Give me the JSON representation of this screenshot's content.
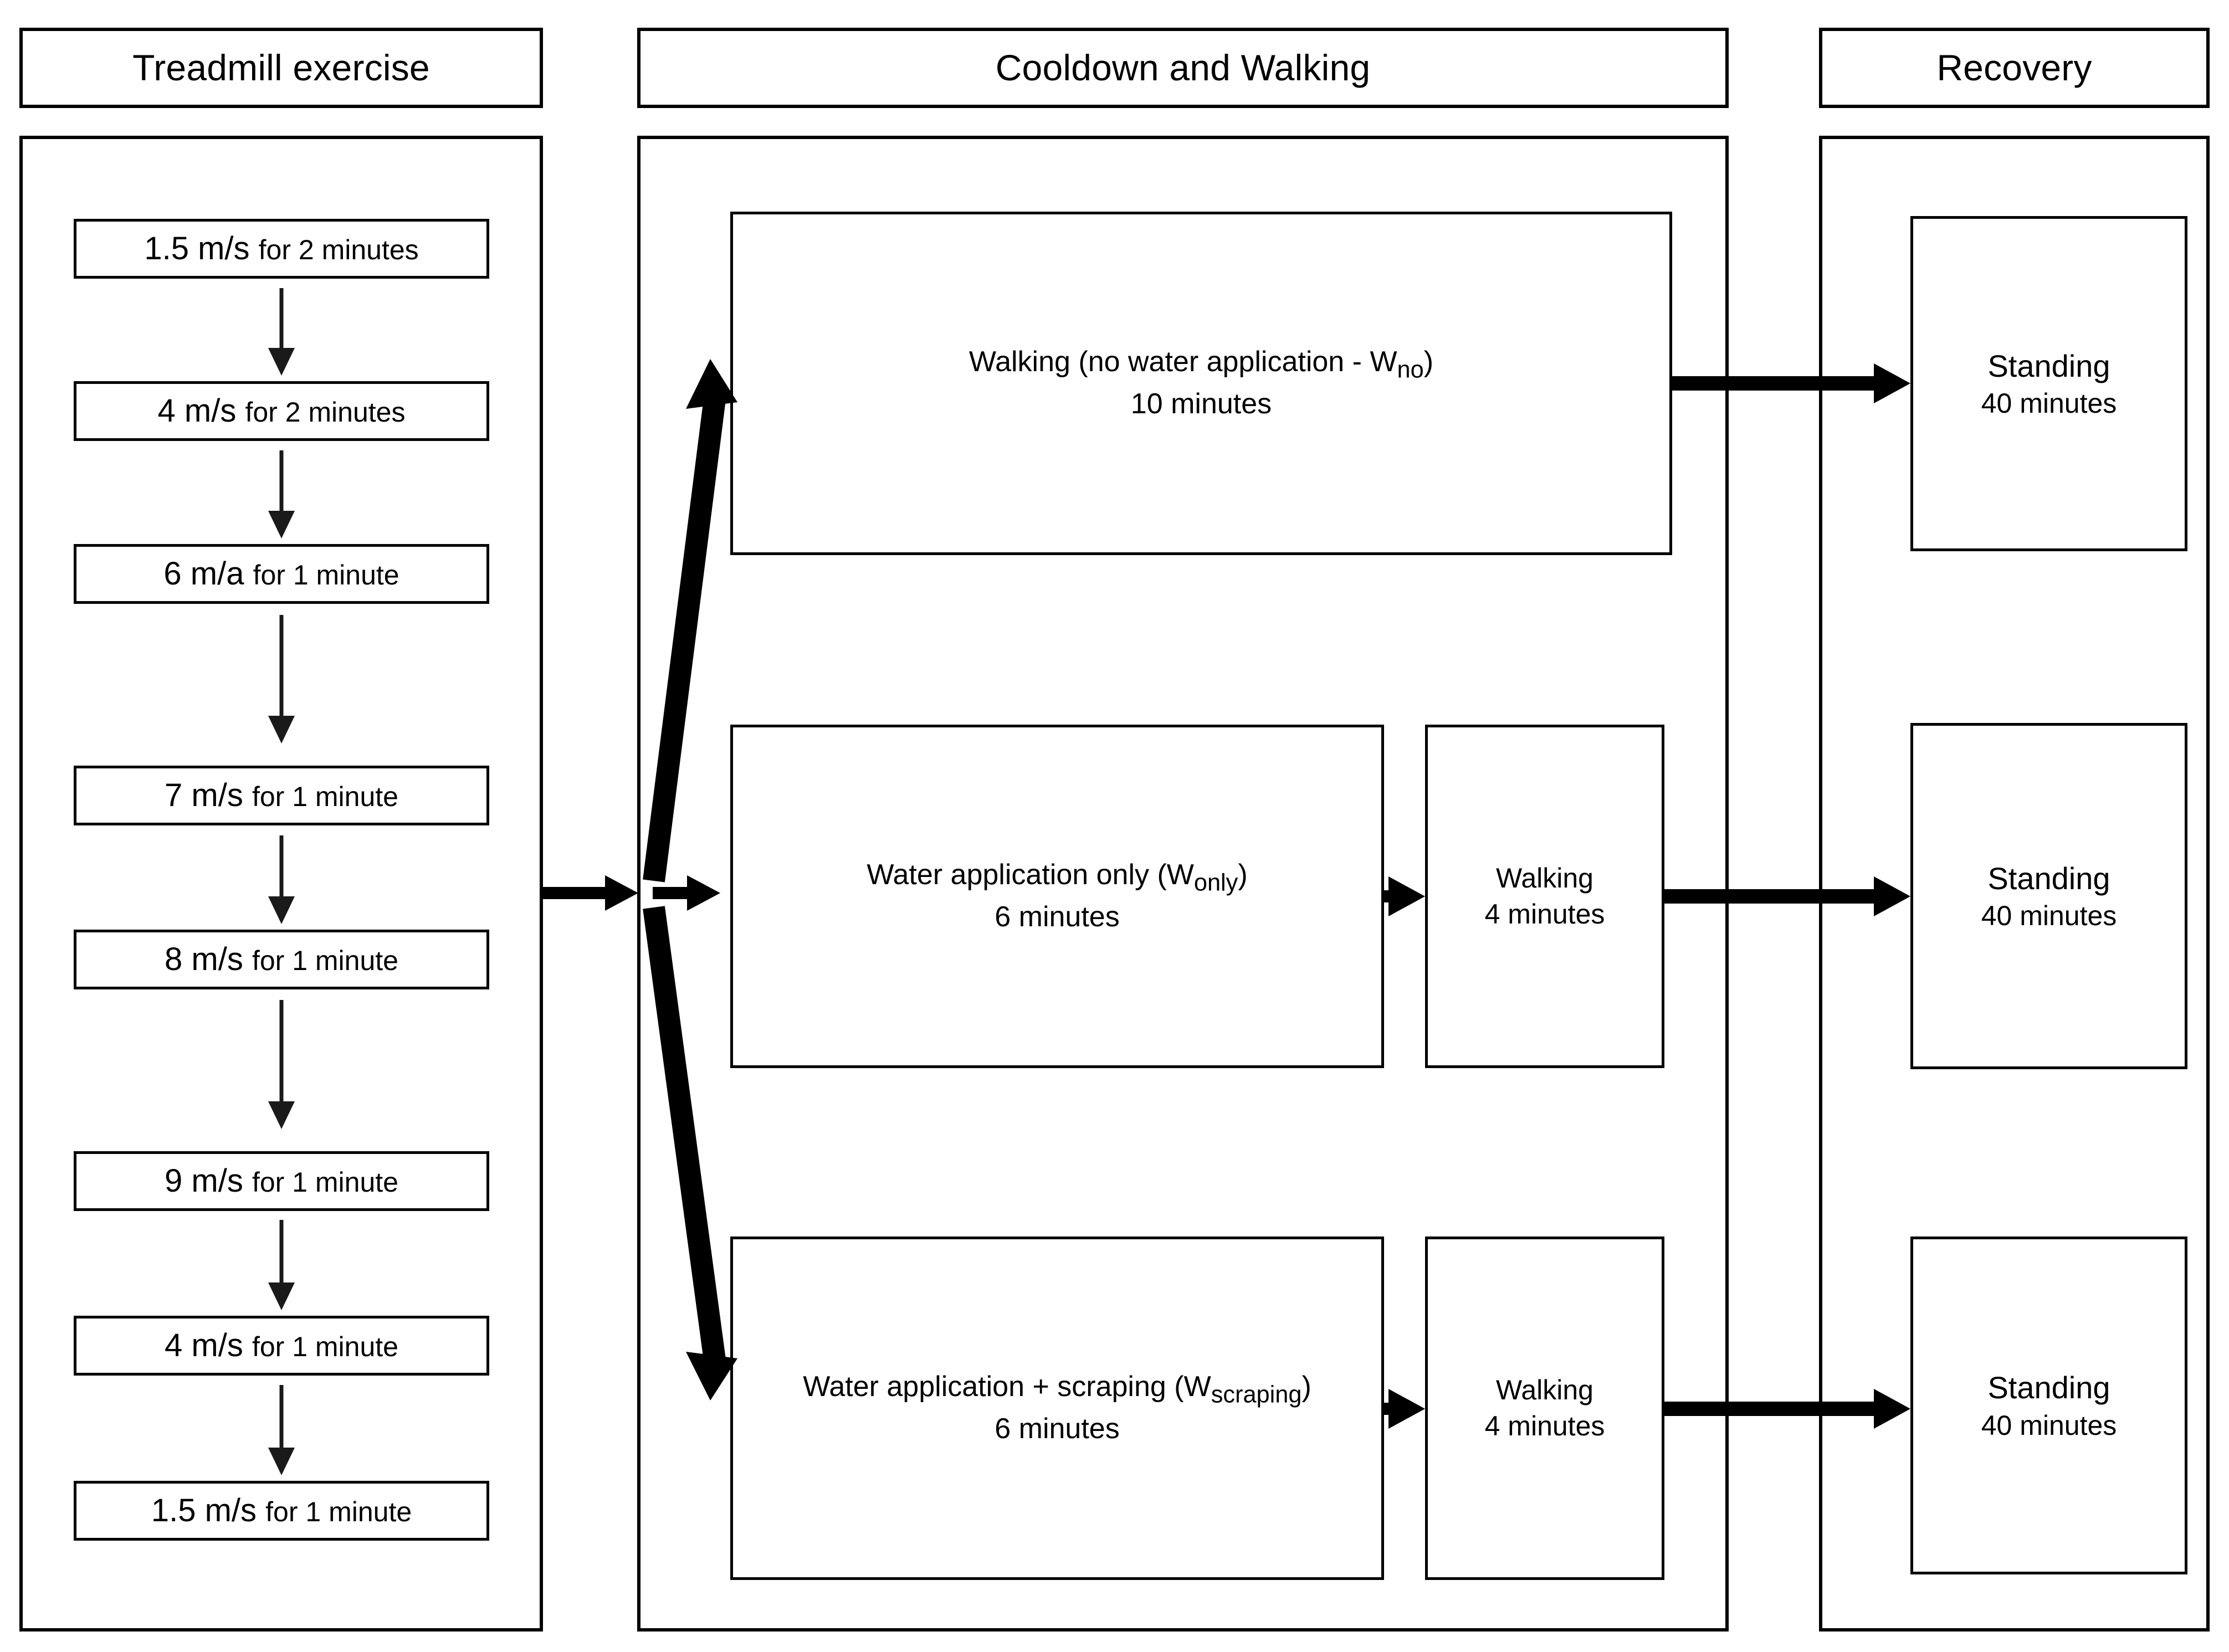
{
  "headers": [
    {
      "label": "Treadmill exercise"
    },
    {
      "label": "Cooldown and Walking"
    },
    {
      "label": "Recovery"
    }
  ],
  "treadmill": {
    "steps": [
      {
        "speed": "1.5 m/s",
        "duration": "for 2 minutes"
      },
      {
        "speed": "4 m/s",
        "duration": "for 2 minutes"
      },
      {
        "speed": "6 m/a",
        "duration": "for 1 minute"
      },
      {
        "speed": "7 m/s",
        "duration": "for 1 minute"
      },
      {
        "speed": "8 m/s",
        "duration": "for 1 minute"
      },
      {
        "speed": "9 m/s",
        "duration": "for 1 minute"
      },
      {
        "speed": "4 m/s",
        "duration": "for 1 minute"
      },
      {
        "speed": "1.5 m/s",
        "duration": "for 1 minute"
      }
    ],
    "arrow_glyph": "↓"
  },
  "cooldown": {
    "conditions": [
      {
        "prefix": "Walking (no water application - ",
        "symbol": "W",
        "subscript": "no",
        "suffix": ")",
        "duration": "10 minutes",
        "has_walk_box": false
      },
      {
        "prefix": "Water application only (",
        "symbol": "W",
        "subscript": "only",
        "suffix": ")",
        "duration": "6 minutes",
        "has_walk_box": true,
        "walk_label": "Walking",
        "walk_duration": "4 minutes"
      },
      {
        "prefix": "Water application + scraping (",
        "symbol": "W",
        "subscript": "scraping",
        "suffix": ")",
        "duration": "6 minutes",
        "has_walk_box": true,
        "walk_label": "Walking",
        "walk_duration": "4 minutes"
      }
    ]
  },
  "recovery": {
    "boxes": [
      {
        "label": "Standing",
        "duration": "40 minutes"
      },
      {
        "label": "Standing",
        "duration": "40 minutes"
      },
      {
        "label": "Standing",
        "duration": "40 minutes"
      }
    ]
  },
  "colors": {
    "line": "#000000",
    "background": "#ffffff",
    "text": "#000000"
  }
}
